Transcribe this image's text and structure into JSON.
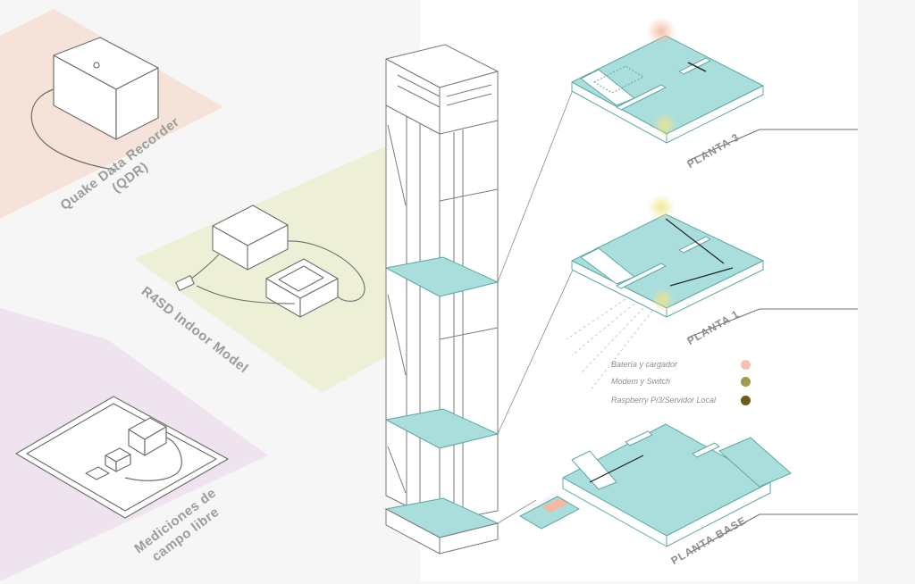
{
  "colors": {
    "band_orange": "#f5e2d8",
    "band_green": "#ecefd4",
    "band_purple": "#ede2ef",
    "teal": "#a9dedc",
    "teal_dark": "#62b6b3",
    "line": "#6f6f6f",
    "white_panel": "#ffffff"
  },
  "sensors": {
    "qdr_label_line1": "Quake Data Recorder",
    "qdr_label_line2": "(QDR)",
    "r4sd_label": "R4SD Indoor Model",
    "field_label_line1": "Mediciones de",
    "field_label_line2": "campo libre"
  },
  "floors": {
    "planta3": "PLANTA 3",
    "planta1": "PLANTA 1",
    "planta_base": "PLANTA BASE"
  },
  "legend": [
    {
      "label": "Batería y cargador",
      "color": "#f5c2ae"
    },
    {
      "label": "Modem y Switch",
      "color": "#a09a52"
    },
    {
      "label": "Raspberry Pi3/Servidor Local",
      "color": "#6e5a14"
    }
  ]
}
